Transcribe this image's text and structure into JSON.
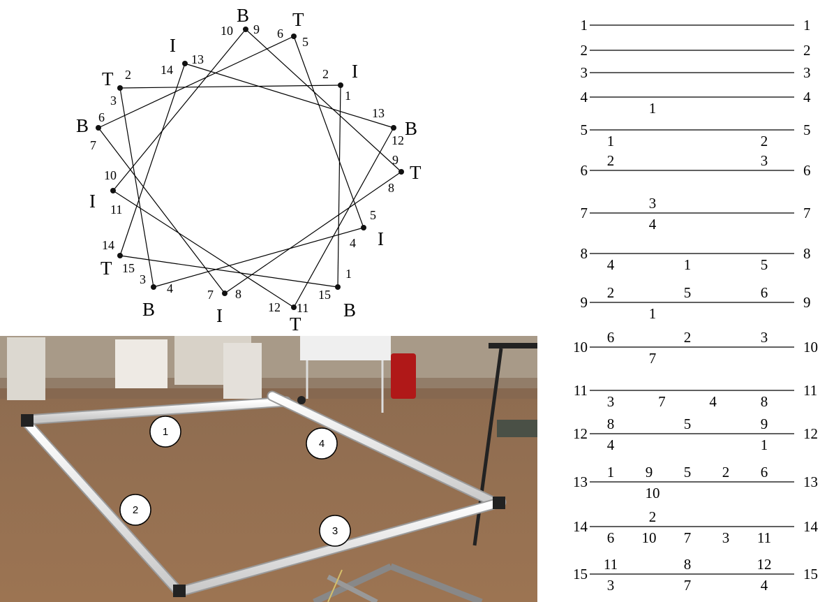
{
  "star_diagram": {
    "nodes": [
      {
        "type": "B",
        "left": "10",
        "right": "9"
      },
      {
        "type": "T",
        "left": "6",
        "right": "5"
      },
      {
        "type": "I",
        "left": "2",
        "right": "1"
      },
      {
        "type": "B",
        "left": "13",
        "right": "12"
      },
      {
        "type": "T",
        "left": "9",
        "right": "8"
      },
      {
        "type": "I",
        "left": "5",
        "right": "4"
      },
      {
        "type": "B",
        "left": "1",
        "right": "15"
      },
      {
        "type": "T",
        "left": "12",
        "right": "11"
      },
      {
        "type": "I",
        "left": "8",
        "right": "7"
      },
      {
        "type": "B",
        "left": "4",
        "right": "3"
      },
      {
        "type": "T",
        "left": "15",
        "right": "14"
      },
      {
        "type": "I",
        "left": "11",
        "right": "10"
      },
      {
        "type": "B",
        "left": "7",
        "right": "6"
      },
      {
        "type": "T",
        "left": "3",
        "right": "2"
      },
      {
        "type": "I",
        "left": "14",
        "right": "13"
      }
    ]
  },
  "photo": {
    "labels": [
      "1",
      "2",
      "3",
      "4"
    ]
  },
  "layers": [
    {
      "id": "1",
      "above": [],
      "below": []
    },
    {
      "id": "2",
      "above": [],
      "below": []
    },
    {
      "id": "3",
      "above": [],
      "below": []
    },
    {
      "id": "4",
      "above": [],
      "below": [
        "1"
      ]
    },
    {
      "id": "5",
      "above": [],
      "below": [
        "1",
        "2"
      ]
    },
    {
      "id": "6",
      "above": [
        "2",
        "3"
      ],
      "below": []
    },
    {
      "id": "7",
      "above": [
        "3"
      ],
      "below": [
        "4"
      ]
    },
    {
      "id": "8",
      "above": [],
      "below": [
        "4",
        "1",
        "5"
      ]
    },
    {
      "id": "9",
      "above": [
        "2",
        "5",
        "6"
      ],
      "below": [
        "1"
      ]
    },
    {
      "id": "10",
      "above": [
        "6",
        "2",
        "3"
      ],
      "below": [
        "7"
      ]
    },
    {
      "id": "11",
      "above": [],
      "below": [
        "3",
        "7",
        "4",
        "8"
      ]
    },
    {
      "id": "12",
      "above": [
        "8",
        "5",
        "9"
      ],
      "below": [
        "4",
        "1"
      ]
    },
    {
      "id": "13",
      "above": [
        "1",
        "9",
        "5",
        "2",
        "6"
      ],
      "below": [
        "10"
      ]
    },
    {
      "id": "14",
      "above": [
        "2"
      ],
      "below": [
        "6",
        "10",
        "7",
        "3",
        "11"
      ]
    },
    {
      "id": "15",
      "above": [
        "11",
        "8",
        "12"
      ],
      "below": [
        "3",
        "7",
        "4"
      ]
    }
  ]
}
